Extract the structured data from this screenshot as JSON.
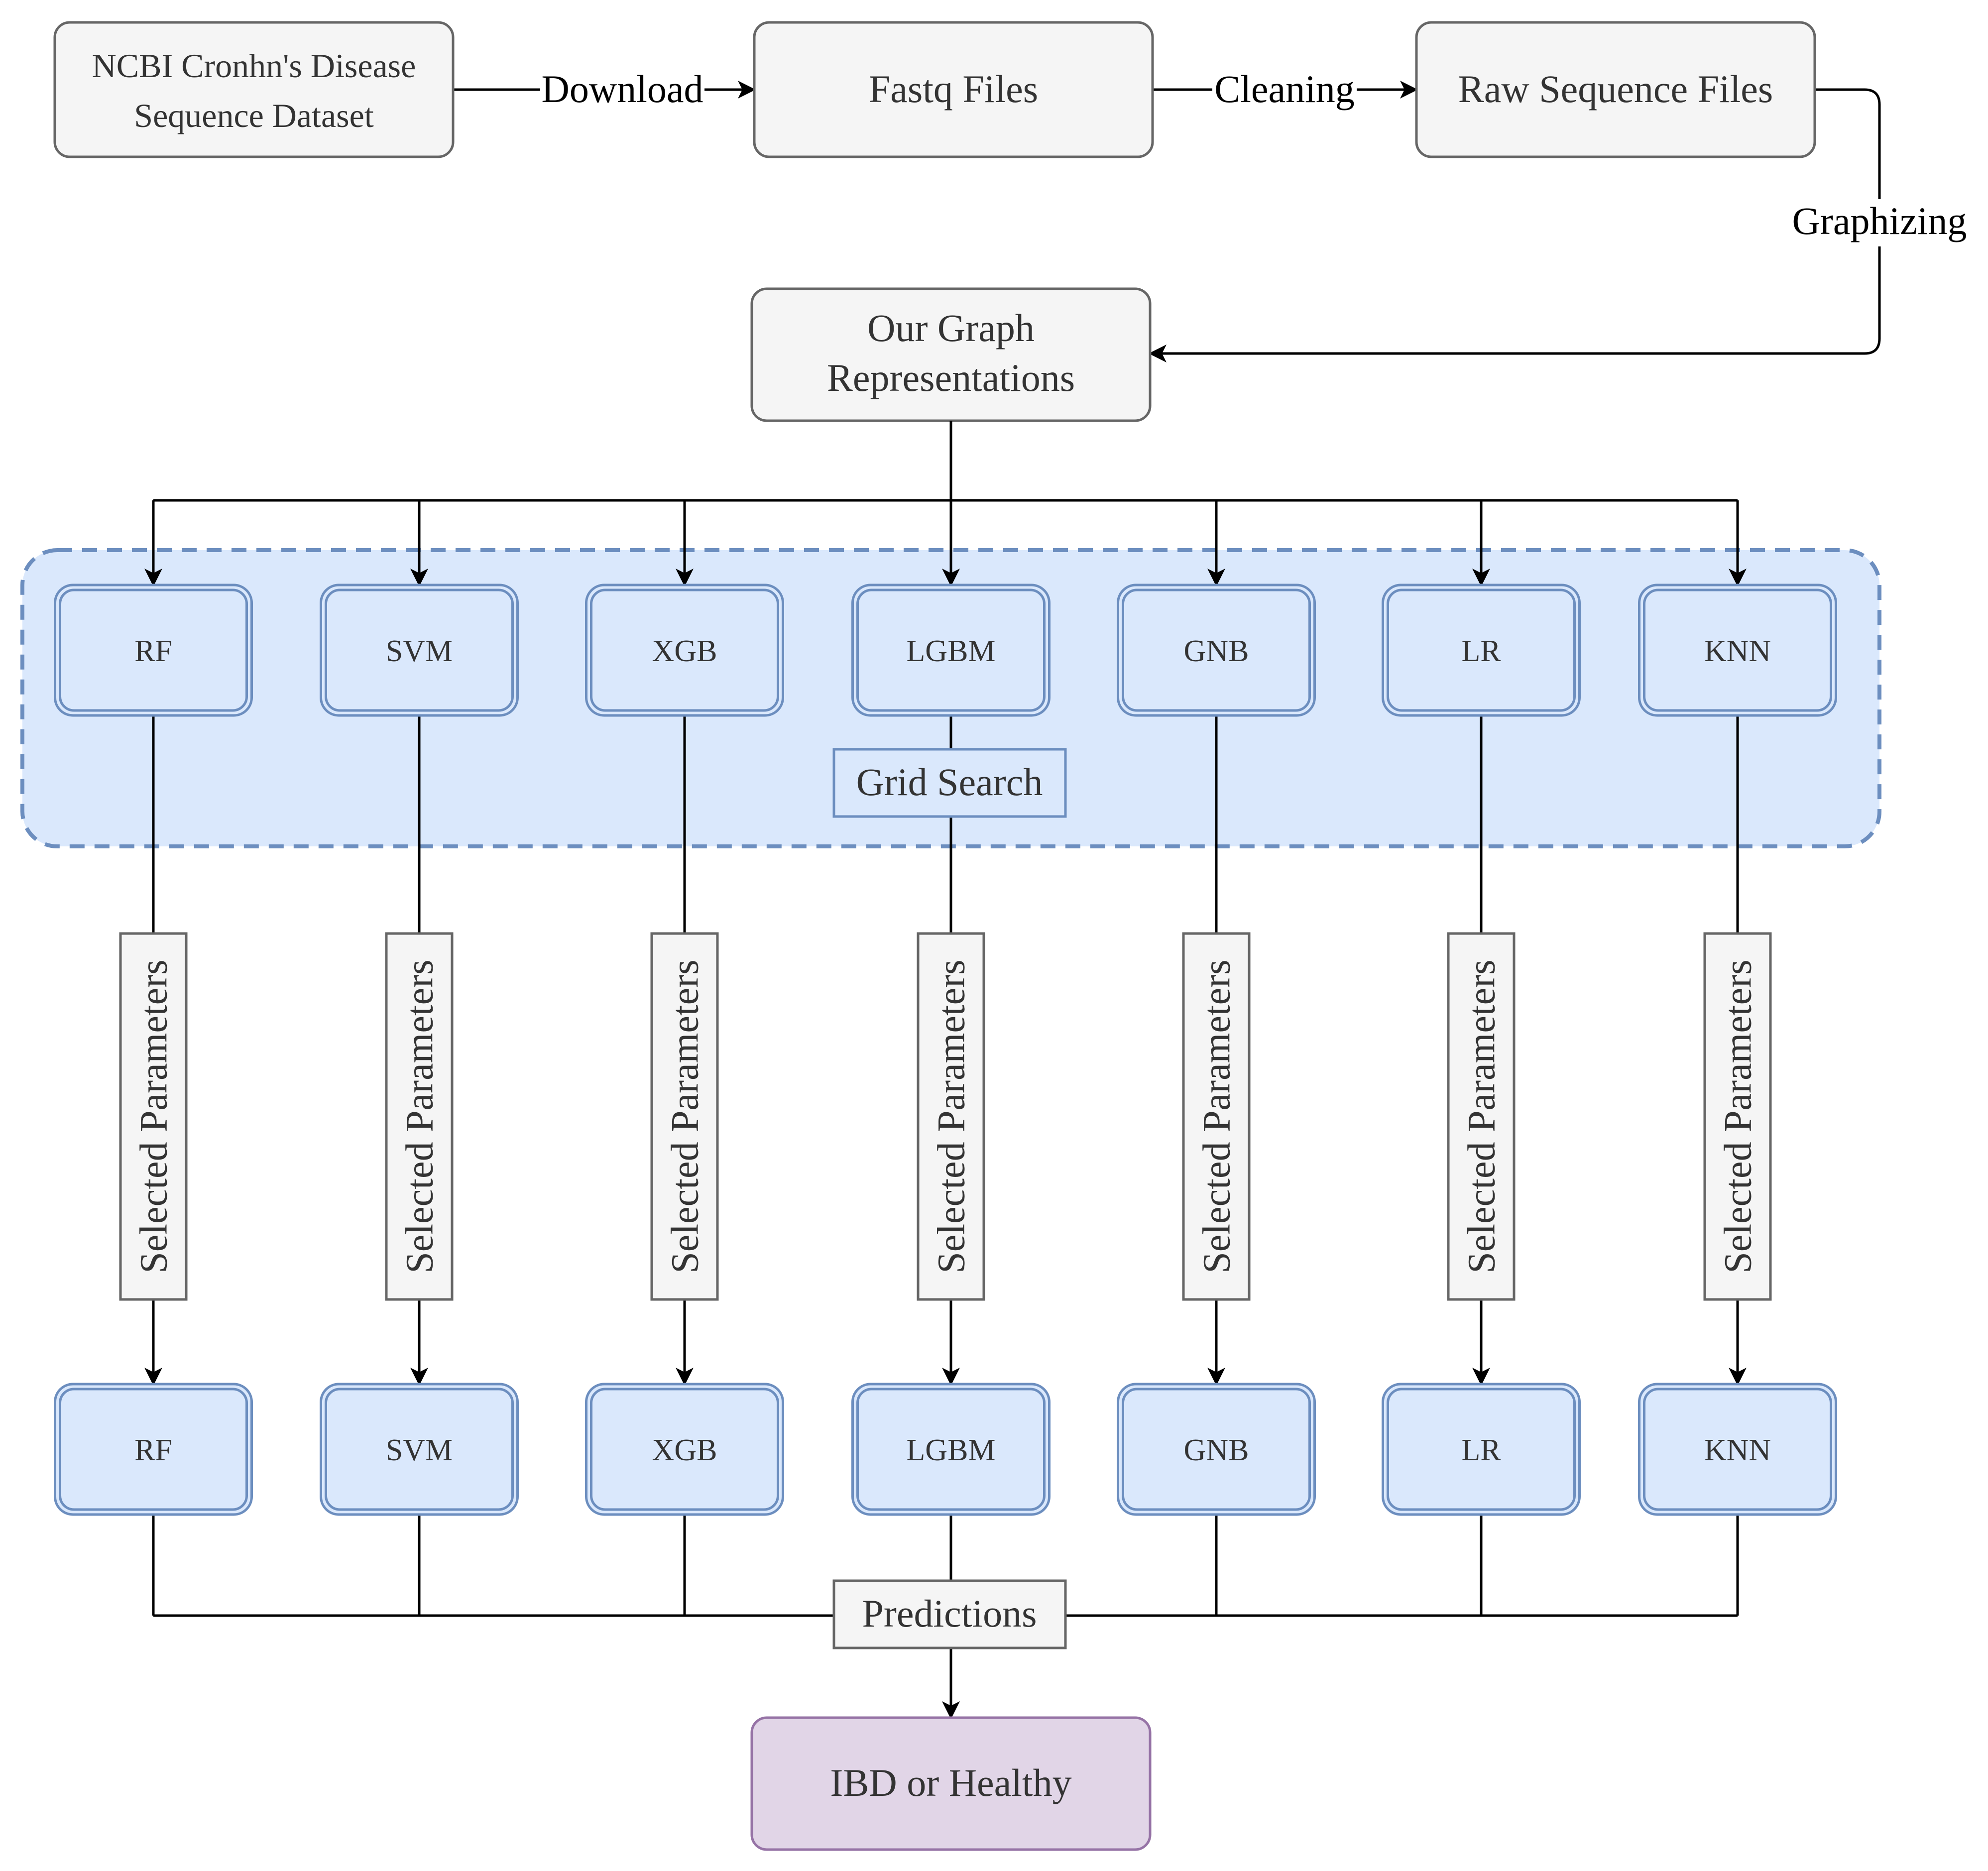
{
  "nodes": {
    "dataset_line1": "NCBI Cronhn's Disease",
    "dataset_line2": "Sequence Dataset",
    "fastq": "Fastq Files",
    "raw": "Raw Sequence Files",
    "graph_line1": "Our Graph",
    "graph_line2": "Representations",
    "outcome": "IBD or Healthy"
  },
  "edges": {
    "download": "Download",
    "cleaning": "Cleaning",
    "graphizing": "Graphizing"
  },
  "grid_search": "Grid Search",
  "selected_parameters": "Selected Parameters",
  "predictions": "Predictions",
  "models": [
    "RF",
    "SVM",
    "XGB",
    "LGBM",
    "GNB",
    "LR",
    "KNN"
  ],
  "colors": {
    "gray_fill": "#f5f5f5",
    "gray_stroke": "#666666",
    "blue_fill": "#dae8fc",
    "blue_stroke": "#6c8ebf",
    "purple_fill": "#e1d5e7",
    "purple_stroke": "#9673a6"
  }
}
